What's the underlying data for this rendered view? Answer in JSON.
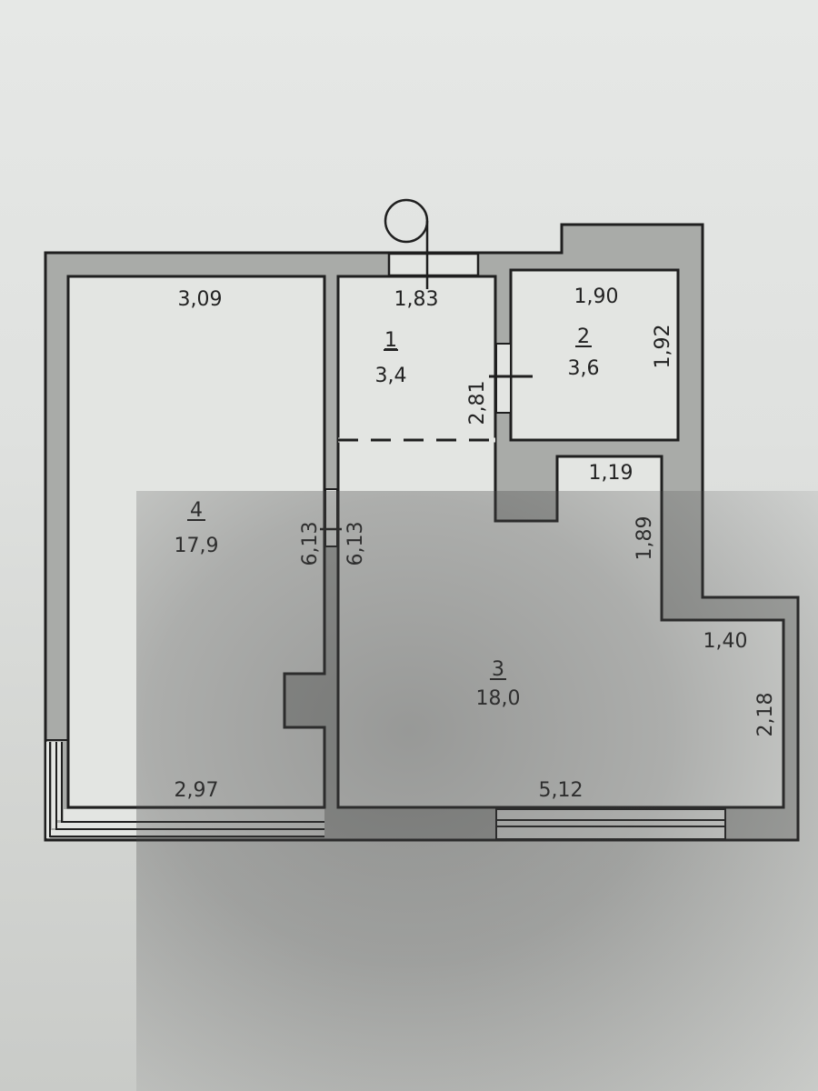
{
  "plan": {
    "rooms": [
      {
        "id": "1",
        "number": "1",
        "area": "3,4"
      },
      {
        "id": "2",
        "number": "2",
        "area": "3,6"
      },
      {
        "id": "3",
        "number": "3",
        "area": "18,0"
      },
      {
        "id": "4",
        "number": "4",
        "area": "17,9"
      }
    ],
    "dimensions": {
      "room4_top": "3,09",
      "room4_bottom": "2,97",
      "room4_right": "6,13",
      "room3_left": "6,13",
      "room1_top": "1,83",
      "room1_right": "2,81",
      "room2_top": "1,90",
      "room2_right": "1,92",
      "room3_niche_top": "1,19",
      "room3_niche_right": "1,89",
      "room3_step_top": "1,40",
      "room3_right": "2,18",
      "room3_bottom": "5,12"
    },
    "colors": {
      "wall_fill": "#a9aba8",
      "line": "#1f1f1f",
      "floor": "#e3e5e2"
    }
  }
}
